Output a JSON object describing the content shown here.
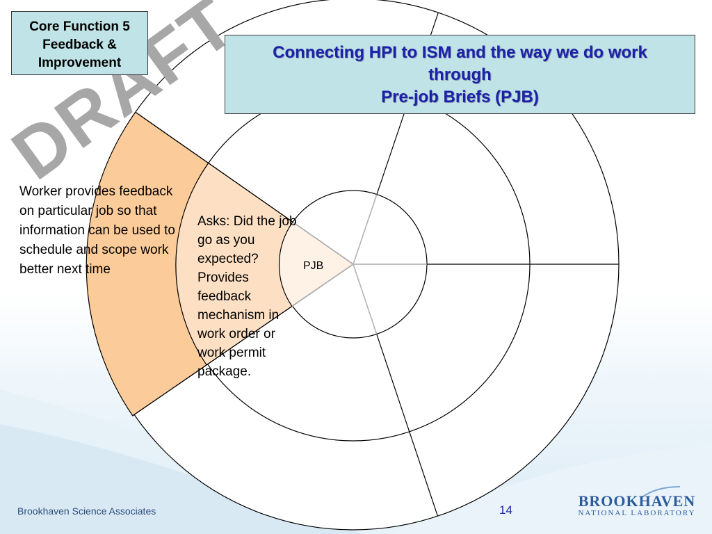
{
  "core_function": {
    "line1": "Core Function 5",
    "line2": "Feedback &",
    "line3": "Improvement"
  },
  "title": {
    "line1": "Connecting HPI to ISM and the way we do work",
    "line2": "through",
    "line3": "Pre-job Briefs (PJB)"
  },
  "watermark": "DRAFT",
  "diagram": {
    "center_label": "PJB",
    "middle_ring_text": "Asks: Did the job go as you expected? Provides feedback mechanism in work order or work permit package.",
    "outer_ring_text": "Worker provides feedback on particular job so that information can be used to schedule and scope work better next time"
  },
  "footer": {
    "organization": "Brookhaven Science Associates",
    "page_number": "14",
    "logo_main": "BROOKHAVEN",
    "logo_sub": "NATIONAL LABORATORY"
  },
  "colors": {
    "title_text": "#1a22a8",
    "box_fill": "#bfe3e6",
    "outer_sector_fill": "#fccb9a",
    "middle_sector_fill": "#fde0c4",
    "inner_sector_fill": "#fef1e5",
    "watermark": "#a7a7a7"
  }
}
